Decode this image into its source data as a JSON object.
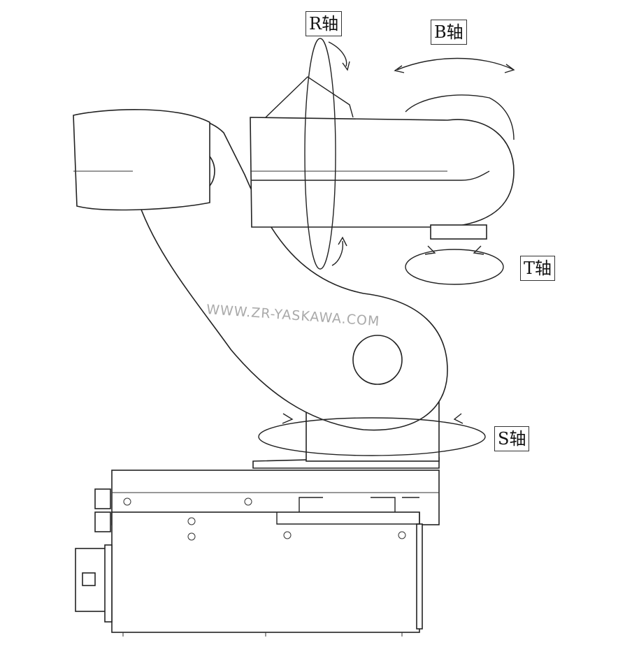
{
  "labels": {
    "r_axis": "R轴",
    "b_axis": "B轴",
    "t_axis": "T轴",
    "s_axis": "S轴"
  },
  "watermark": "WWW.ZR-YASKAWA.COM"
}
